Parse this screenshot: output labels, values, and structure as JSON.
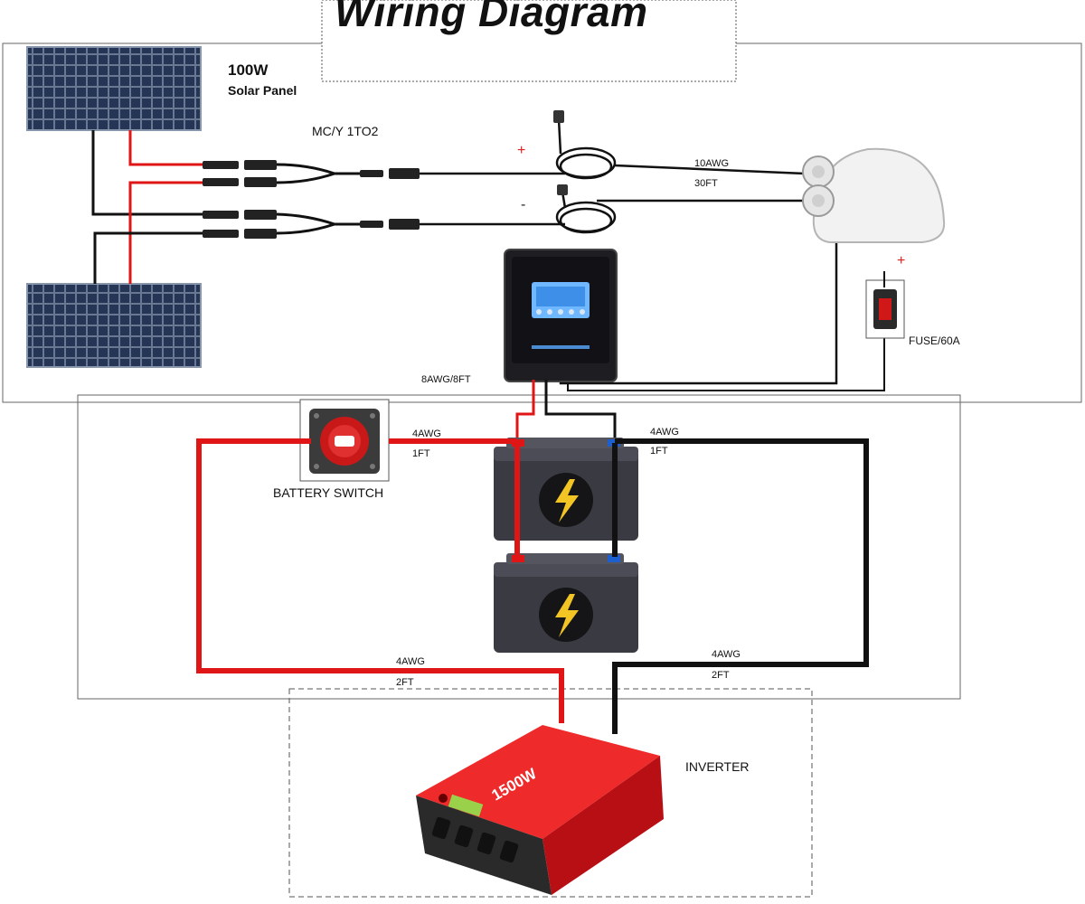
{
  "title": "Wiring Diagram",
  "components": {
    "solar_panel": {
      "power": "100W",
      "name": "Solar Panel"
    },
    "branch_connector": "MC/Y 1TO2",
    "positive_sign": "+",
    "negative_sign": "-",
    "pv_cable": {
      "gauge": "10AWG",
      "length": "30FT"
    },
    "controller_cable": "8AWG/8FT",
    "fuse": {
      "sign": "+",
      "label": "FUSE/60A"
    },
    "battery_switch": "BATTERY SWITCH",
    "switch_cable": {
      "gauge": "4AWG",
      "length": "1FT"
    },
    "battery_neg_cable": {
      "gauge": "4AWG",
      "length": "1FT"
    },
    "inverter_pos_cable": {
      "gauge": "4AWG",
      "length": "2FT"
    },
    "inverter_neg_cable": {
      "gauge": "4AWG",
      "length": "2FT"
    },
    "inverter": {
      "label": "INVERTER",
      "rating": "1500W"
    }
  },
  "colors": {
    "positive_wire": "#e01515",
    "negative_wire": "#111111",
    "panel_cell": "#1c2740",
    "battery_body": "#3a3a42",
    "inverter_body": "#d8161b"
  }
}
